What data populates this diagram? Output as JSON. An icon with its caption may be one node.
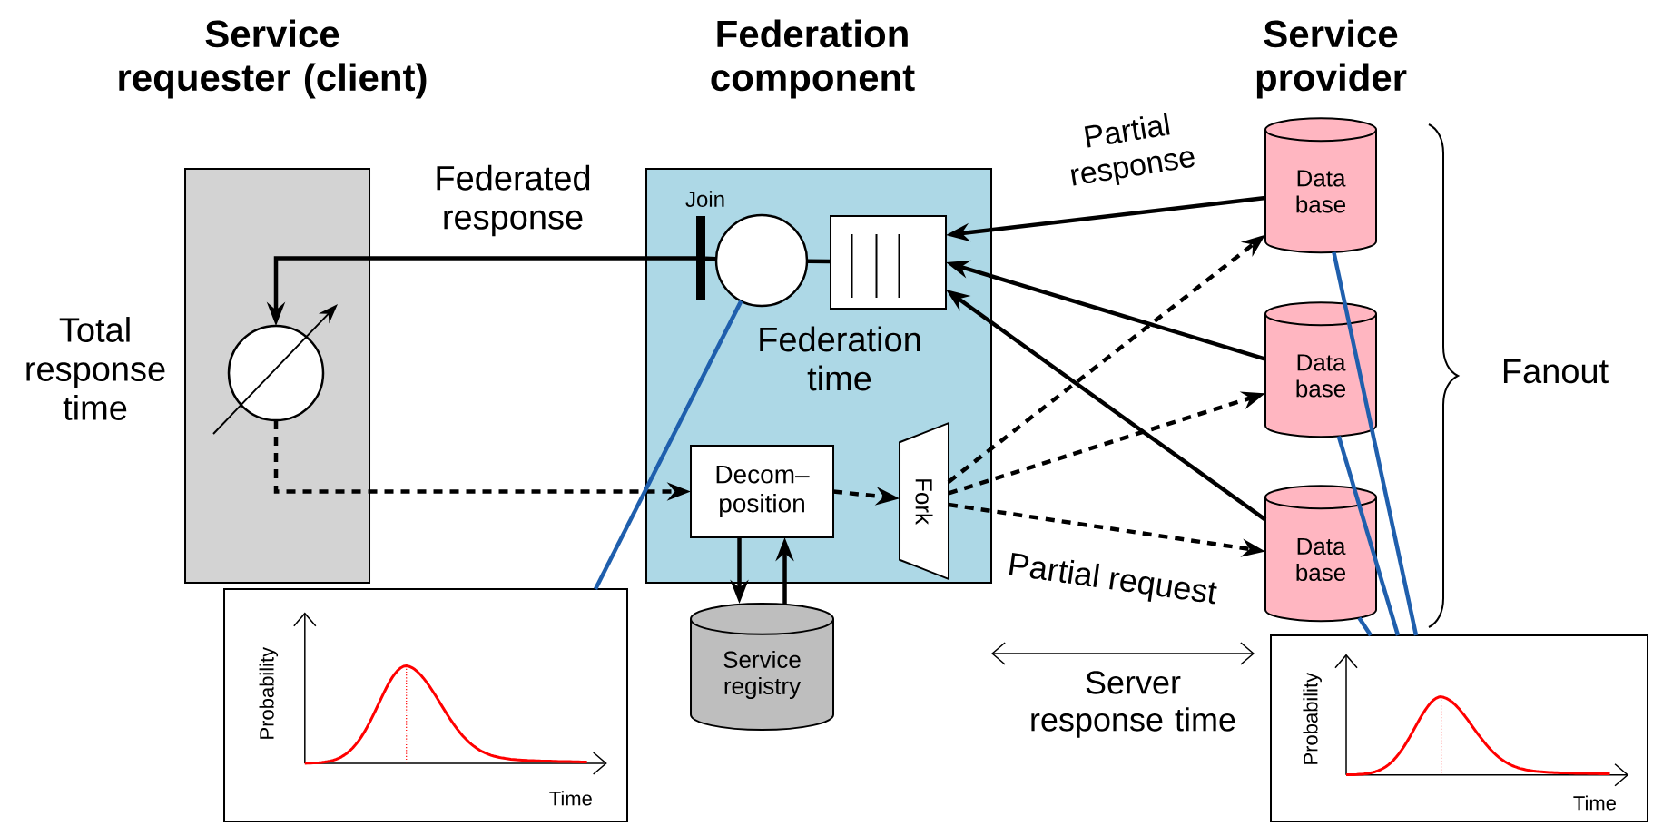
{
  "diagram": {
    "nodes": [
      {
        "text": [],
        "shape": "box"
      },
      {
        "text": [],
        "shape": "circle",
        "in": 0,
        "beside": [
          "Total response time"
        ]
      },
      {
        "text": [],
        "shape": "box"
      },
      {
        "text": [
          "Join"
        ],
        "in": 2
      },
      {
        "text": [],
        "shape": "circle",
        "in": 2,
        "beside": [
          "Federation time"
        ]
      },
      {
        "text": [],
        "shape": "box",
        "in": 2
      },
      {
        "text": [
          "Decom– position"
        ],
        "in": 2
      },
      {
        "text": [
          "Fork"
        ],
        "in": 2
      },
      {
        "text": [
          "Service registry"
        ]
      },
      {
        "text": [
          "Data base"
        ]
      },
      {
        "text": [
          "Data base"
        ]
      },
      {
        "text": [
          "Data base"
        ]
      },
      {
        "text": [
          "Probability",
          "Time"
        ]
      },
      {
        "text": [
          "Probability",
          "Time"
        ]
      }
    ],
    "edges": [
      {
        "from": 3,
        "to": 1,
        "arrow": "to",
        "label": "Federated response"
      },
      {
        "from": 3,
        "to": 4,
        "arrow": "none"
      },
      {
        "from": 4,
        "to": 5,
        "arrow": "none"
      },
      {
        "from": 9,
        "to": 5,
        "arrow": "to",
        "label": "Partial response"
      },
      {
        "from": 10,
        "to": 5,
        "arrow": "to"
      },
      {
        "from": 11,
        "to": 5,
        "arrow": "to"
      },
      {
        "from": 1,
        "to": 6,
        "arrow": "to",
        "style": "dashed"
      },
      {
        "from": 6,
        "to": 7,
        "arrow": "to",
        "style": "dashed"
      },
      {
        "from": 7,
        "to": 9,
        "arrow": "to",
        "style": "dashed"
      },
      {
        "from": 7,
        "to": 10,
        "arrow": "to",
        "style": "dashed"
      },
      {
        "from": 7,
        "to": 11,
        "arrow": "to",
        "style": "dashed",
        "label": "Partial request"
      },
      {
        "from": 6,
        "to": 8,
        "arrow": "to"
      },
      {
        "from": 8,
        "to": 6,
        "arrow": "to"
      },
      {
        "from": 12,
        "to": 4,
        "arrow": "none",
        "color": "#1f5fad"
      },
      {
        "from": 13,
        "to": 9,
        "arrow": "none",
        "color": "#1f5fad"
      },
      {
        "from": 13,
        "to": 10,
        "arrow": "none",
        "color": "#1f5fad"
      },
      {
        "from": 13,
        "to": 11,
        "arrow": "none",
        "color": "#1f5fad"
      }
    ],
    "labels": [
      "Service requester (client)",
      "Federation component",
      "Service provider",
      "Fanout",
      "Server response time"
    ]
  }
}
